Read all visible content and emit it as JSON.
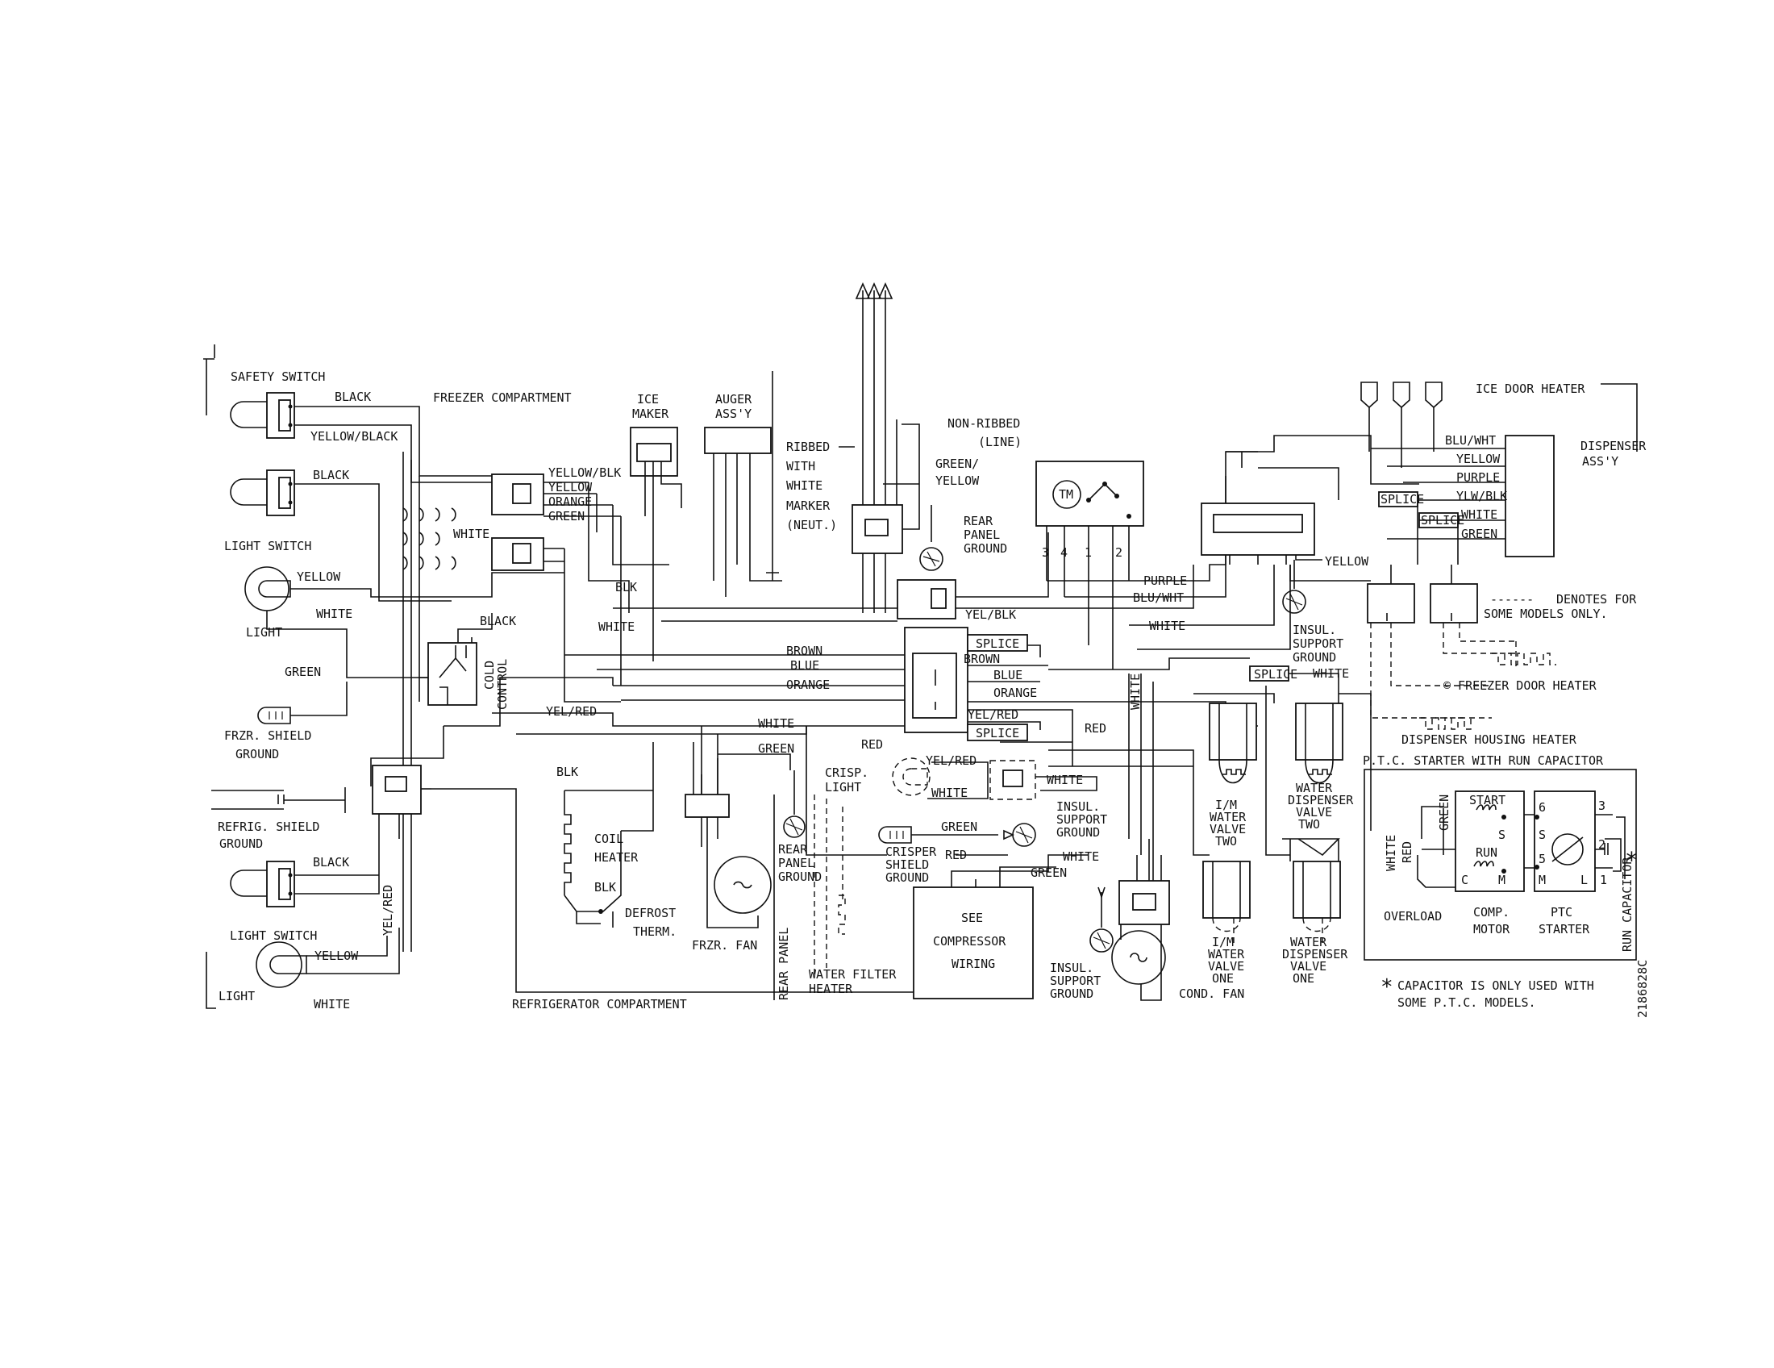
{
  "compartments": {
    "freezer": "FREEZER COMPARTMENT",
    "refrigerator": "REFRIGERATOR COMPARTMENT"
  },
  "components": {
    "safety_switch": "SAFETY SWITCH",
    "light_switch": "LIGHT SWITCH",
    "light": "LIGHT",
    "frzr_shield_ground": [
      "FRZR. SHIELD",
      "GROUND"
    ],
    "refrig_shield_ground": [
      "REFRIG. SHIELD",
      "GROUND"
    ],
    "cold_control": [
      "COLD",
      "CONTROL"
    ],
    "ice_maker": [
      "ICE",
      "MAKER"
    ],
    "auger_assy": [
      "AUGER",
      "ASS'Y"
    ],
    "ribbed": [
      "RIBBED",
      "WITH",
      "WHITE",
      "MARKER",
      "(NEUT.)"
    ],
    "non_ribbed": [
      "NON-RIBBED",
      "(LINE)"
    ],
    "rear_panel_ground": [
      "REAR",
      "PANEL",
      "GROUND"
    ],
    "coil_heater": [
      "COIL",
      "HEATER"
    ],
    "defrost_therm": [
      "DEFROST",
      "THERM."
    ],
    "frzr_fan": "FRZR. FAN",
    "rear_panel": "REAR PANEL",
    "water_filter_heater": [
      "WATER FILTER",
      "HEATER"
    ],
    "crisp_light": [
      "CRISP.",
      "LIGHT"
    ],
    "crisper_shield_ground": [
      "CRISPER",
      "SHIELD",
      "GROUND"
    ],
    "insul_support_ground": [
      "INSUL.",
      "SUPPORT",
      "GROUND"
    ],
    "see_compressor_wiring": [
      "SEE",
      "COMPRESSOR",
      "WIRING"
    ],
    "cond_fan": "COND. FAN",
    "timer": "TM",
    "timer_terminals": [
      "3",
      "4",
      "1",
      "2"
    ],
    "im_water_valve_two": [
      "I/M",
      "WATER",
      "VALVE",
      "TWO"
    ],
    "water_dispenser_valve_two": [
      "WATER",
      "DISPENSER",
      "VALVE",
      "TWO"
    ],
    "im_water_valve_one": [
      "I/M",
      "WATER",
      "VALVE",
      "ONE"
    ],
    "water_dispenser_valve_one": [
      "WATER",
      "DISPENSER",
      "VALVE",
      "ONE"
    ],
    "ice_door_heater": "ICE DOOR HEATER",
    "dispenser_assy": [
      "DISPENSER",
      "ASS'Y"
    ],
    "freezer_door_heater": "© FREEZER DOOR HEATER",
    "dispenser_housing_heater": "DISPENSER HOUSING HEATER",
    "splice": "SPLICE"
  },
  "wires": {
    "black": "BLACK",
    "yellow_black": "YELLOW/BLACK",
    "yellow": "YELLOW",
    "white": "WHITE",
    "green": "GREEN",
    "yellow_blk": "YELLOW/BLK",
    "orange": "ORANGE",
    "blk": "BLK",
    "yel_red": "YEL/RED",
    "yel_blk": "YEL/BLK",
    "brown": "BROWN",
    "blue": "BLUE",
    "red": "RED",
    "purple": "PURPLE",
    "blu_wht": "BLU/WHT",
    "ylw_blk": "YLW/BLK",
    "green_yellow": [
      "GREEN/",
      "YELLOW"
    ]
  },
  "legend": {
    "dash_marker": "------",
    "dash_note": [
      "DENOTES FOR",
      "SOME MODELS ONLY."
    ]
  },
  "ptc_inset": {
    "title": "P.T.C. STARTER WITH RUN CAPACITOR",
    "labels": {
      "white": "WHITE",
      "red": "RED",
      "green": "GREEN",
      "start": "START",
      "run": "RUN",
      "s": "S",
      "c": "C",
      "m": "M",
      "l": "L",
      "overload": "OVERLOAD",
      "comp_motor": [
        "COMP.",
        "MOTOR"
      ],
      "ptc_starter": [
        "PTC",
        "STARTER"
      ],
      "run_capacitor": "RUN CAPACITOR",
      "pins": [
        "6",
        "5",
        "3",
        "2",
        "1"
      ]
    },
    "asterisk": "*",
    "footnote": [
      "CAPACITOR IS ONLY USED WITH",
      "SOME P.T.C. MODELS."
    ]
  },
  "part_number": "2186828C"
}
